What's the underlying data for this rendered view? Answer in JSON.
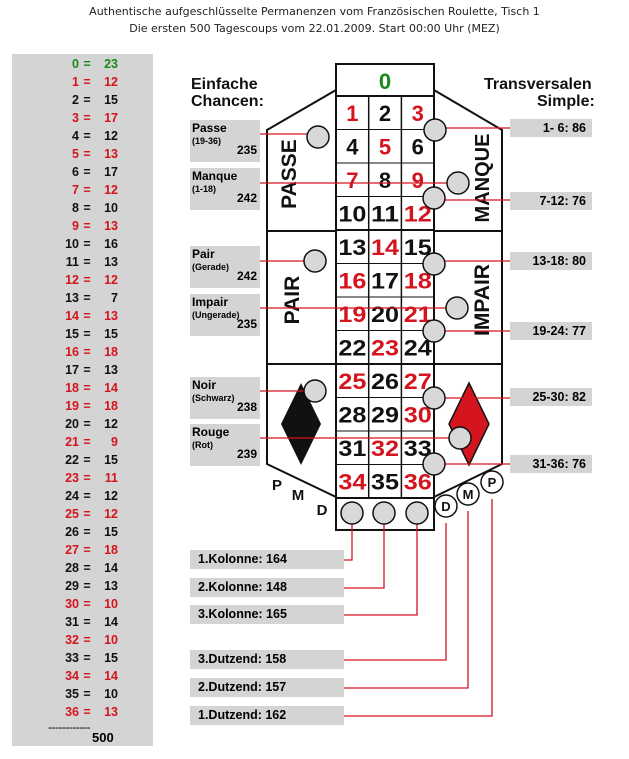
{
  "header": {
    "line1": "Authentische aufgeschlüsselte Permanenzen vom Französischen Roulette, Tisch 1",
    "line2": "Die ersten 500 Tagescoups vom 22.01.2009. Start 00:00 Uhr (MEZ)"
  },
  "colors": {
    "red": "#d4141e",
    "black": "#111111",
    "green": "#188a18",
    "panel": "#d4d4d4",
    "line": "#d4141e"
  },
  "frequencies": [
    {
      "num": "0",
      "count": "23",
      "color": "green"
    },
    {
      "num": "1",
      "count": "12",
      "color": "red"
    },
    {
      "num": "2",
      "count": "15",
      "color": "black"
    },
    {
      "num": "3",
      "count": "17",
      "color": "red"
    },
    {
      "num": "4",
      "count": "12",
      "color": "black"
    },
    {
      "num": "5",
      "count": "13",
      "color": "red"
    },
    {
      "num": "6",
      "count": "17",
      "color": "black"
    },
    {
      "num": "7",
      "count": "12",
      "color": "red"
    },
    {
      "num": "8",
      "count": "10",
      "color": "black"
    },
    {
      "num": "9",
      "count": "13",
      "color": "red"
    },
    {
      "num": "10",
      "count": "16",
      "color": "black"
    },
    {
      "num": "11",
      "count": "13",
      "color": "black"
    },
    {
      "num": "12",
      "count": "12",
      "color": "red"
    },
    {
      "num": "13",
      "count": "7",
      "color": "black"
    },
    {
      "num": "14",
      "count": "13",
      "color": "red"
    },
    {
      "num": "15",
      "count": "15",
      "color": "black"
    },
    {
      "num": "16",
      "count": "18",
      "color": "red"
    },
    {
      "num": "17",
      "count": "13",
      "color": "black"
    },
    {
      "num": "18",
      "count": "14",
      "color": "red"
    },
    {
      "num": "19",
      "count": "18",
      "color": "red"
    },
    {
      "num": "20",
      "count": "12",
      "color": "black"
    },
    {
      "num": "21",
      "count": "9",
      "color": "red"
    },
    {
      "num": "22",
      "count": "15",
      "color": "black"
    },
    {
      "num": "23",
      "count": "11",
      "color": "red"
    },
    {
      "num": "24",
      "count": "12",
      "color": "black"
    },
    {
      "num": "25",
      "count": "12",
      "color": "red"
    },
    {
      "num": "26",
      "count": "15",
      "color": "black"
    },
    {
      "num": "27",
      "count": "18",
      "color": "red"
    },
    {
      "num": "28",
      "count": "14",
      "color": "black"
    },
    {
      "num": "29",
      "count": "13",
      "color": "black"
    },
    {
      "num": "30",
      "count": "10",
      "color": "red"
    },
    {
      "num": "31",
      "count": "14",
      "color": "black"
    },
    {
      "num": "32",
      "count": "10",
      "color": "red"
    },
    {
      "num": "33",
      "count": "15",
      "color": "black"
    },
    {
      "num": "34",
      "count": "14",
      "color": "red"
    },
    {
      "num": "35",
      "count": "10",
      "color": "black"
    },
    {
      "num": "36",
      "count": "13",
      "color": "red"
    }
  ],
  "freq_separator": "------------",
  "freq_total": "500",
  "labels": {
    "einfache": "Einfache",
    "chancen": "Chancen:",
    "transversalen": "Transversalen",
    "simple": "Simple:"
  },
  "simple_chances": [
    {
      "name": "Passe",
      "sub": "(19-36)",
      "value": "235"
    },
    {
      "name": "Manque",
      "sub": "(1-18)",
      "value": "242"
    },
    {
      "name": "Pair",
      "sub": "(Gerade)",
      "value": "242"
    },
    {
      "name": "Impair",
      "sub": "(Ungerade)",
      "value": "235"
    },
    {
      "name": "Noir",
      "sub": "(Schwarz)",
      "value": "238"
    },
    {
      "name": "Rouge",
      "sub": "(Rot)",
      "value": "239"
    }
  ],
  "transversalen": [
    {
      "label": "1- 6: 86"
    },
    {
      "label": "7-12: 76"
    },
    {
      "label": "13-18: 80"
    },
    {
      "label": "19-24: 77"
    },
    {
      "label": "25-30: 82"
    },
    {
      "label": "31-36: 76"
    }
  ],
  "columns": [
    {
      "label": "1.Kolonne: 164"
    },
    {
      "label": "2.Kolonne: 148"
    },
    {
      "label": "3.Kolonne: 165"
    }
  ],
  "dozens": [
    {
      "label": "3.Dutzend: 158"
    },
    {
      "label": "2.Dutzend: 157"
    },
    {
      "label": "1.Dutzend: 162"
    }
  ],
  "board": {
    "zero": "0",
    "rows": [
      [
        {
          "n": "1",
          "c": "red"
        },
        {
          "n": "2",
          "c": "black"
        },
        {
          "n": "3",
          "c": "red"
        }
      ],
      [
        {
          "n": "4",
          "c": "black"
        },
        {
          "n": "5",
          "c": "red"
        },
        {
          "n": "6",
          "c": "black"
        }
      ],
      [
        {
          "n": "7",
          "c": "red"
        },
        {
          "n": "8",
          "c": "black"
        },
        {
          "n": "9",
          "c": "red"
        }
      ],
      [
        {
          "n": "10",
          "c": "black"
        },
        {
          "n": "11",
          "c": "black"
        },
        {
          "n": "12",
          "c": "red"
        }
      ],
      [
        {
          "n": "13",
          "c": "black"
        },
        {
          "n": "14",
          "c": "red"
        },
        {
          "n": "15",
          "c": "black"
        }
      ],
      [
        {
          "n": "16",
          "c": "red"
        },
        {
          "n": "17",
          "c": "black"
        },
        {
          "n": "18",
          "c": "red"
        }
      ],
      [
        {
          "n": "19",
          "c": "red"
        },
        {
          "n": "20",
          "c": "black"
        },
        {
          "n": "21",
          "c": "red"
        }
      ],
      [
        {
          "n": "22",
          "c": "black"
        },
        {
          "n": "23",
          "c": "red"
        },
        {
          "n": "24",
          "c": "black"
        }
      ],
      [
        {
          "n": "25",
          "c": "red"
        },
        {
          "n": "26",
          "c": "black"
        },
        {
          "n": "27",
          "c": "red"
        }
      ],
      [
        {
          "n": "28",
          "c": "black"
        },
        {
          "n": "29",
          "c": "black"
        },
        {
          "n": "30",
          "c": "red"
        }
      ],
      [
        {
          "n": "31",
          "c": "black"
        },
        {
          "n": "32",
          "c": "red"
        },
        {
          "n": "33",
          "c": "black"
        }
      ],
      [
        {
          "n": "34",
          "c": "red"
        },
        {
          "n": "35",
          "c": "black"
        },
        {
          "n": "36",
          "c": "red"
        }
      ]
    ],
    "passe": "PASSE",
    "manque": "MANQUE",
    "pair": "PAIR",
    "impair": "IMPAIR",
    "pmd_left": [
      "P",
      "M",
      "D"
    ],
    "pmd_right": [
      "D",
      "M",
      "P"
    ]
  }
}
